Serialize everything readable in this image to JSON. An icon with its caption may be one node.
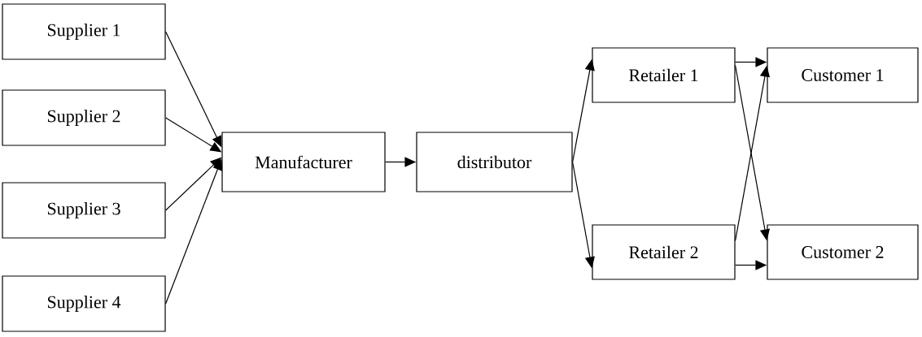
{
  "diagram": {
    "nodes": [
      {
        "text": [
          "Supplier 1"
        ]
      },
      {
        "text": [
          "Supplier 2"
        ]
      },
      {
        "text": [
          "Supplier 3"
        ]
      },
      {
        "text": [
          "Supplier 4"
        ]
      },
      {
        "text": [
          "Manufacturer"
        ]
      },
      {
        "text": [
          "distributor"
        ]
      },
      {
        "text": [
          "Retailer 1"
        ]
      },
      {
        "text": [
          "Retailer 2"
        ]
      },
      {
        "text": [
          "Customer 1"
        ]
      },
      {
        "text": [
          "Customer 2"
        ]
      }
    ],
    "edges": [
      {
        "from": 0,
        "to": 4,
        "arrow": "to"
      },
      {
        "from": 1,
        "to": 4,
        "arrow": "to"
      },
      {
        "from": 2,
        "to": 4,
        "arrow": "to"
      },
      {
        "from": 3,
        "to": 4,
        "arrow": "to"
      },
      {
        "from": 4,
        "to": 5,
        "arrow": "to"
      },
      {
        "from": 5,
        "to": 6,
        "arrow": "to"
      },
      {
        "from": 5,
        "to": 7,
        "arrow": "to"
      },
      {
        "from": 6,
        "to": 8,
        "arrow": "to"
      },
      {
        "from": 6,
        "to": 9,
        "arrow": "to"
      },
      {
        "from": 7,
        "to": 8,
        "arrow": "to"
      },
      {
        "from": 7,
        "to": 9,
        "arrow": "to"
      }
    ]
  }
}
